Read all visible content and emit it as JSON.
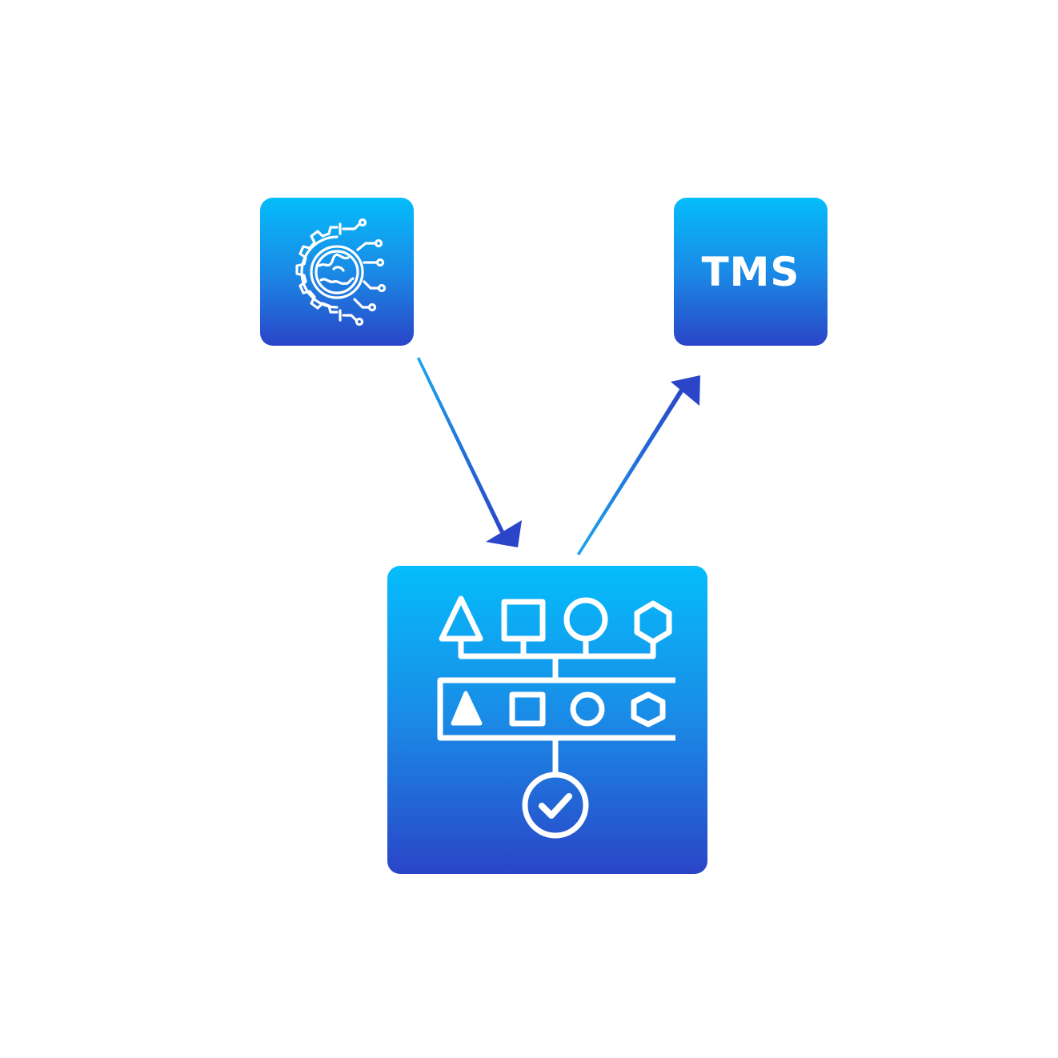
{
  "nodes": {
    "source": {
      "icon": "globe-gear-circuit-icon"
    },
    "target": {
      "label": "TMS"
    },
    "process": {
      "icon": "shape-mapping-validation-icon"
    }
  },
  "edges": [
    {
      "from": "source",
      "to": "process"
    },
    {
      "from": "process",
      "to": "target"
    }
  ],
  "colors": {
    "gradient_top": "#05bdfb",
    "gradient_bottom": "#2a45c8",
    "arrow": "#2a5fd6",
    "icon_stroke": "#ffffff"
  }
}
